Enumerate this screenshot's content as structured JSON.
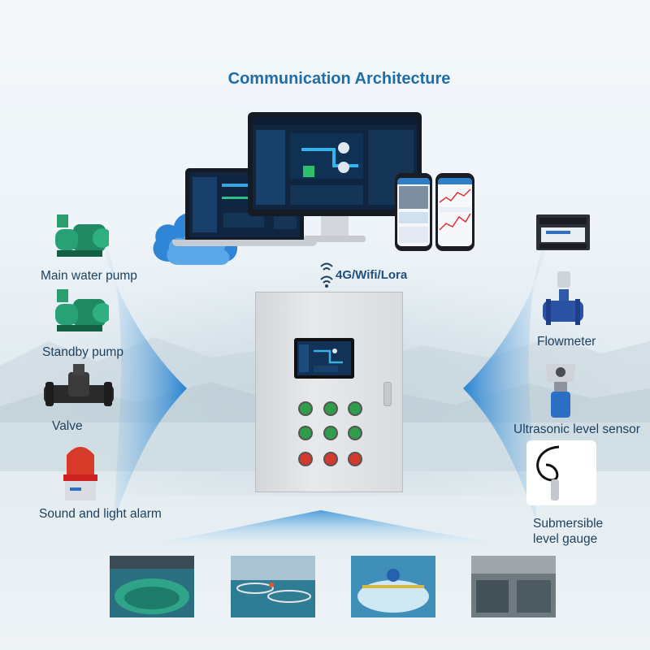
{
  "title": "Communication Architecture",
  "communication": "4G/Wifi/Lora",
  "left_devices": [
    {
      "label": "Main water pump",
      "icon": "water-pump-icon"
    },
    {
      "label": "Standby pump",
      "icon": "water-pump-icon"
    },
    {
      "label": "Valve",
      "icon": "valve-icon"
    },
    {
      "label": "Sound and light alarm",
      "icon": "alarm-light-icon"
    }
  ],
  "right_devices": [
    {
      "label": "",
      "icon": "io-module-icon"
    },
    {
      "label": "Flowmeter",
      "icon": "flowmeter-icon"
    },
    {
      "label": "Ultrasonic level sensor",
      "icon": "ultrasonic-sensor-icon"
    },
    {
      "label": "Submersible",
      "label2": "level gauge",
      "icon": "submersible-gauge-icon"
    }
  ],
  "colors": {
    "title": "#1f6da8",
    "wing": "#2f8fd6",
    "cloud": "#3a8fd8",
    "button_green": "#2e9e4a",
    "button_red": "#d23a2c"
  }
}
